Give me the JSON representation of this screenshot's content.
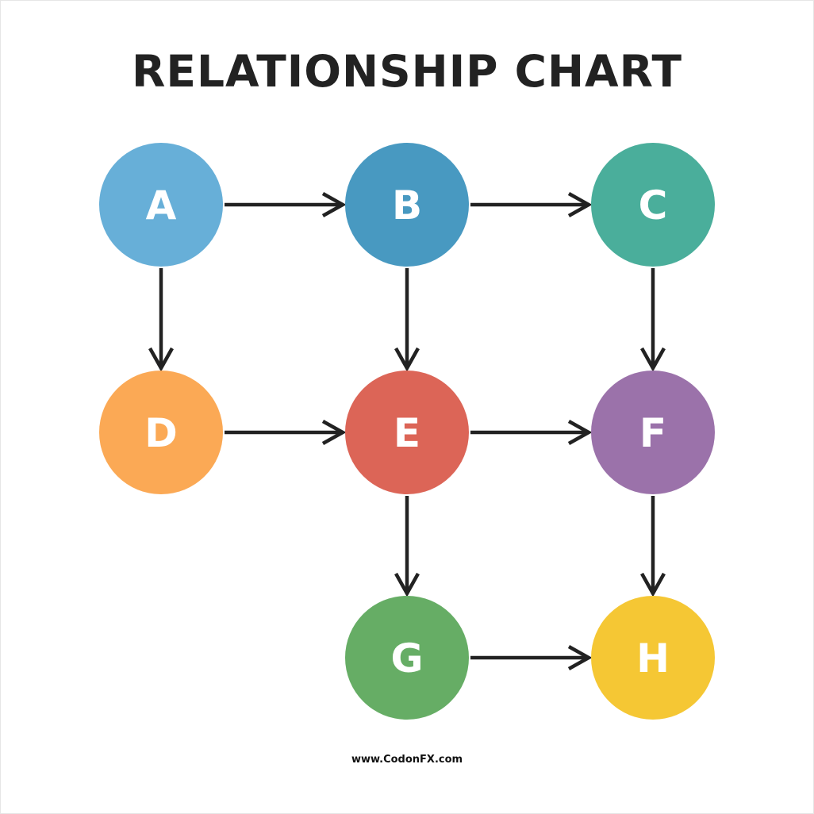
{
  "title": "RELATIONSHIP CHART",
  "footer": "www.CodonFX.com",
  "arrow_color": "#222222",
  "nodes": [
    {
      "id": "A",
      "label": "A",
      "color": "#67afd8"
    },
    {
      "id": "B",
      "label": "B",
      "color": "#4899c1"
    },
    {
      "id": "C",
      "label": "C",
      "color": "#4aae9b"
    },
    {
      "id": "D",
      "label": "D",
      "color": "#fba955"
    },
    {
      "id": "E",
      "label": "E",
      "color": "#dc6557"
    },
    {
      "id": "F",
      "label": "F",
      "color": "#9b72aa"
    },
    {
      "id": "G",
      "label": "G",
      "color": "#66ad65"
    },
    {
      "id": "H",
      "label": "H",
      "color": "#f5c734"
    }
  ],
  "edges": [
    {
      "from": "A",
      "to": "B"
    },
    {
      "from": "B",
      "to": "C"
    },
    {
      "from": "A",
      "to": "D"
    },
    {
      "from": "B",
      "to": "E"
    },
    {
      "from": "C",
      "to": "F"
    },
    {
      "from": "D",
      "to": "E"
    },
    {
      "from": "E",
      "to": "F"
    },
    {
      "from": "E",
      "to": "G"
    },
    {
      "from": "F",
      "to": "H"
    },
    {
      "from": "G",
      "to": "H"
    }
  ]
}
